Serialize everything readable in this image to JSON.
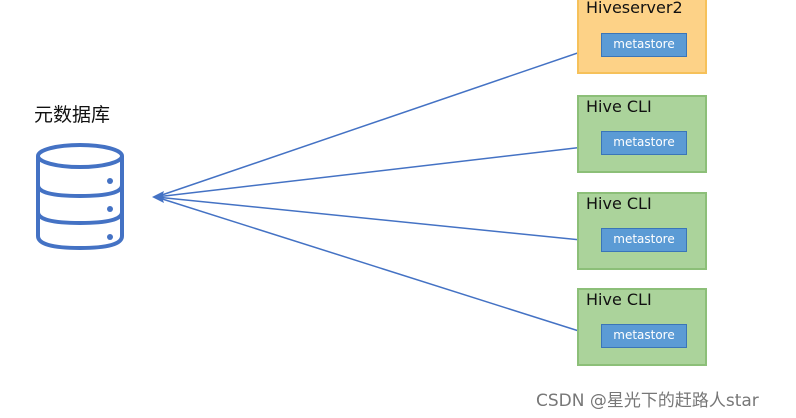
{
  "database": {
    "label": "元数据库"
  },
  "nodes": [
    {
      "title": "Hiveserver2",
      "component": "metastore",
      "color": "#fdd287"
    },
    {
      "title": "Hive CLI",
      "component": "metastore",
      "color": "#abd39b"
    },
    {
      "title": "Hive CLI",
      "component": "metastore",
      "color": "#abd39b"
    },
    {
      "title": "Hive CLI",
      "component": "metastore",
      "color": "#abd39b"
    }
  ],
  "colors": {
    "connector": "#4472c4",
    "database_stroke": "#4472c4",
    "metastore": "#5b9bd5"
  },
  "watermark": "CSDN @星光下的赶路人star"
}
